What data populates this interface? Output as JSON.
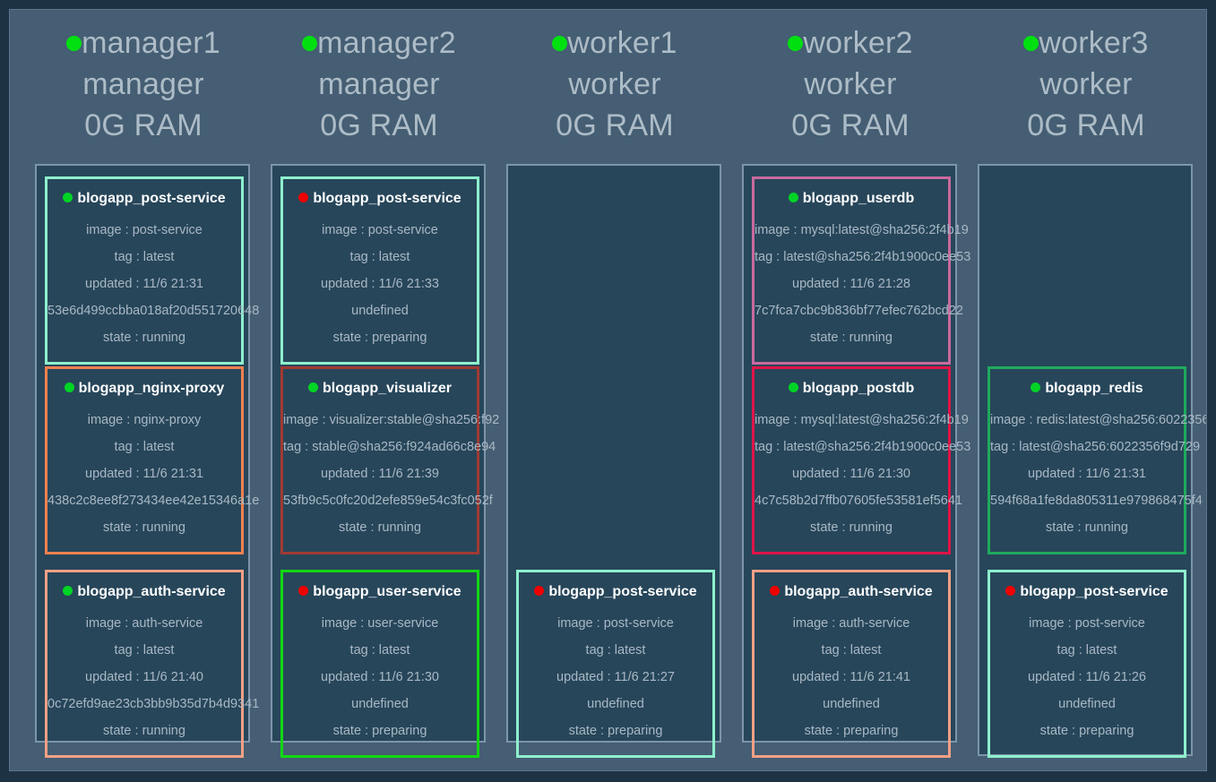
{
  "theme": {
    "page_background": "#1d3344",
    "panel_background": "#455e73",
    "node_fill": "#27465a",
    "node_border": "#7d95a9",
    "label_color": "#adbcc7",
    "task_text_color": "#a9b8c4",
    "status_running_color": "#00d425",
    "status_preparing_color": "#ee0000",
    "node_status_color": "#00e010"
  },
  "labels": {
    "image_prefix": "image : ",
    "tag_prefix": "tag : ",
    "updated_prefix": "updated : ",
    "state_prefix": "state : ",
    "undefined_text": "undefined"
  },
  "nodes": [
    {
      "name": "manager1",
      "role": "manager",
      "ram": "0G RAM",
      "status_dot": "node-status-icon",
      "status_color": "#00e010",
      "tasks": [
        {
          "row": 0,
          "name": "blogapp_post-service",
          "border_color": "#8ef0cd",
          "state_dot": "status-running-icon",
          "state_color": "#00d425",
          "image": "image : post-service",
          "tag": "tag : latest",
          "updated": "updated : 11/6 21:31",
          "hash": "53e6d499ccbba018af20d551720648",
          "state": "state : running"
        },
        {
          "row": 1,
          "name": "blogapp_nginx-proxy",
          "border_color": "#f08050",
          "state_dot": "status-running-icon",
          "state_color": "#00d425",
          "image": "image : nginx-proxy",
          "tag": "tag : latest",
          "updated": "updated : 11/6 21:31",
          "hash": "438c2c8ee8f273434ee42e15346a1e",
          "state": "state : running"
        },
        {
          "row": 2,
          "name": "blogapp_auth-service",
          "border_color": "#f3a085",
          "state_dot": "status-running-icon",
          "state_color": "#00d425",
          "image": "image : auth-service",
          "tag": "tag : latest",
          "updated": "updated : 11/6 21:40",
          "hash": "0c72efd9ae23cb3bb9b35d7b4d9341",
          "state": "state : running"
        }
      ]
    },
    {
      "name": "manager2",
      "role": "manager",
      "ram": "0G RAM",
      "status_dot": "node-status-icon",
      "status_color": "#00e010",
      "tasks": [
        {
          "row": 0,
          "name": "blogapp_post-service",
          "border_color": "#8ef0cd",
          "state_dot": "status-preparing-icon",
          "state_color": "#ee0000",
          "image": "image : post-service",
          "tag": "tag : latest",
          "updated": "updated : 11/6 21:33",
          "hash": "undefined",
          "state": "state : preparing"
        },
        {
          "row": 1,
          "name": "blogapp_visualizer",
          "border_color": "#a03a32",
          "state_dot": "status-running-icon",
          "state_color": "#00d425",
          "image": "image : visualizer:stable@sha256:f92",
          "tag": "tag : stable@sha256:f924ad66c8e94",
          "updated": "updated : 11/6 21:39",
          "hash": "53fb9c5c0fc20d2efe859e54c3fc052f",
          "state": "state : running"
        },
        {
          "row": 2,
          "name": "blogapp_user-service",
          "border_color": "#13d713",
          "state_dot": "status-preparing-icon",
          "state_color": "#ee0000",
          "image": "image : user-service",
          "tag": "tag : latest",
          "updated": "updated : 11/6 21:30",
          "hash": "undefined",
          "state": "state : preparing"
        }
      ]
    },
    {
      "name": "worker1",
      "role": "worker",
      "ram": "0G RAM",
      "status_dot": "node-status-icon",
      "status_color": "#00e010",
      "tasks": [
        {
          "row": 2,
          "name": "blogapp_post-service",
          "border_color": "#8ef0cd",
          "state_dot": "status-preparing-icon",
          "state_color": "#ee0000",
          "image": "image : post-service",
          "tag": "tag : latest",
          "updated": "updated : 11/6 21:27",
          "hash": "undefined",
          "state": "state : preparing"
        }
      ]
    },
    {
      "name": "worker2",
      "role": "worker",
      "ram": "0G RAM",
      "status_dot": "node-status-icon",
      "status_color": "#00e010",
      "tasks": [
        {
          "row": 0,
          "name": "blogapp_userdb",
          "border_color": "#c86a9e",
          "state_dot": "status-running-icon",
          "state_color": "#00d425",
          "image": "image : mysql:latest@sha256:2f4b19",
          "tag": "tag : latest@sha256:2f4b1900c0ee53",
          "updated": "updated : 11/6 21:28",
          "hash": "7c7fca7cbc9b836bf77efec762bcd22",
          "state": "state : running"
        },
        {
          "row": 1,
          "name": "blogapp_postdb",
          "border_color": "#e01447",
          "state_dot": "status-running-icon",
          "state_color": "#00d425",
          "image": "image : mysql:latest@sha256:2f4b19",
          "tag": "tag : latest@sha256:2f4b1900c0ee53",
          "updated": "updated : 11/6 21:30",
          "hash": "4c7c58b2d7ffb07605fe53581ef5641",
          "state": "state : running"
        },
        {
          "row": 2,
          "name": "blogapp_auth-service",
          "border_color": "#f3a085",
          "state_dot": "status-preparing-icon",
          "state_color": "#ee0000",
          "image": "image : auth-service",
          "tag": "tag : latest",
          "updated": "updated : 11/6 21:41",
          "hash": "undefined",
          "state": "state : preparing"
        }
      ]
    },
    {
      "name": "worker3",
      "role": "worker",
      "ram": "0G RAM",
      "status_dot": "node-status-icon",
      "status_color": "#00e010",
      "tasks": [
        {
          "row": 1,
          "name": "blogapp_redis",
          "border_color": "#1faa5c",
          "state_dot": "status-running-icon",
          "state_color": "#00d425",
          "image": "image : redis:latest@sha256:6022356",
          "tag": "tag : latest@sha256:6022356f9d729",
          "updated": "updated : 11/6 21:31",
          "hash": "594f68a1fe8da805311e979868475f4",
          "state": "state : running"
        },
        {
          "row": 2,
          "name": "blogapp_post-service",
          "border_color": "#8ef0cd",
          "state_dot": "status-preparing-icon",
          "state_color": "#ee0000",
          "image": "image : post-service",
          "tag": "tag : latest",
          "updated": "updated : 11/6 21:26",
          "hash": "undefined",
          "state": "state : preparing"
        }
      ]
    }
  ]
}
